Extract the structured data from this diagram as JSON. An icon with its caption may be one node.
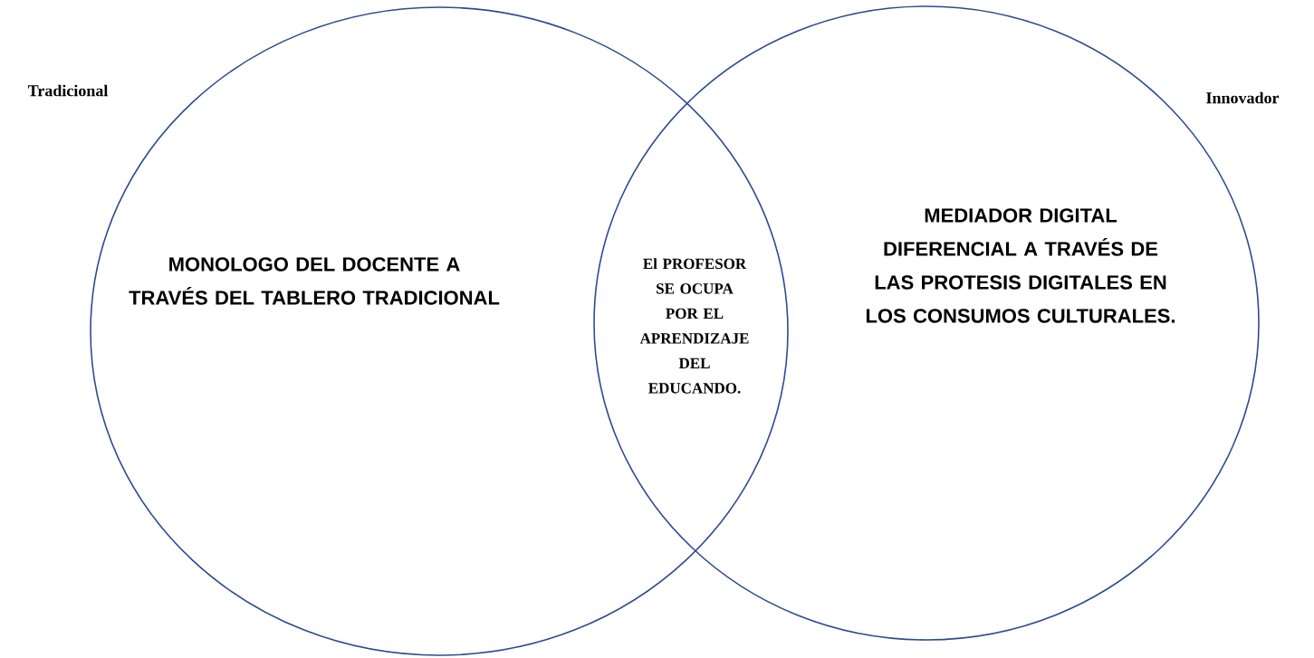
{
  "diagram": {
    "nodes": [
      {
        "text": [
          "Tradicional",
          "MONOLOGO DEL DOCENTE A TRAVÉS DEL TABLERO TRADICIONAL"
        ]
      },
      {
        "text": [
          "Innovador",
          "MEDIADOR DIGITAL DIFERENCIAL A TRAVÉS DE LAS PROTESIS DIGITALES EN LOS CONSUMOS CULTURALES."
        ]
      }
    ],
    "labels": [
      "El PROFESOR SE OCUPA POR EL APRENDIZAJE DEL EDUCANDO."
    ]
  }
}
